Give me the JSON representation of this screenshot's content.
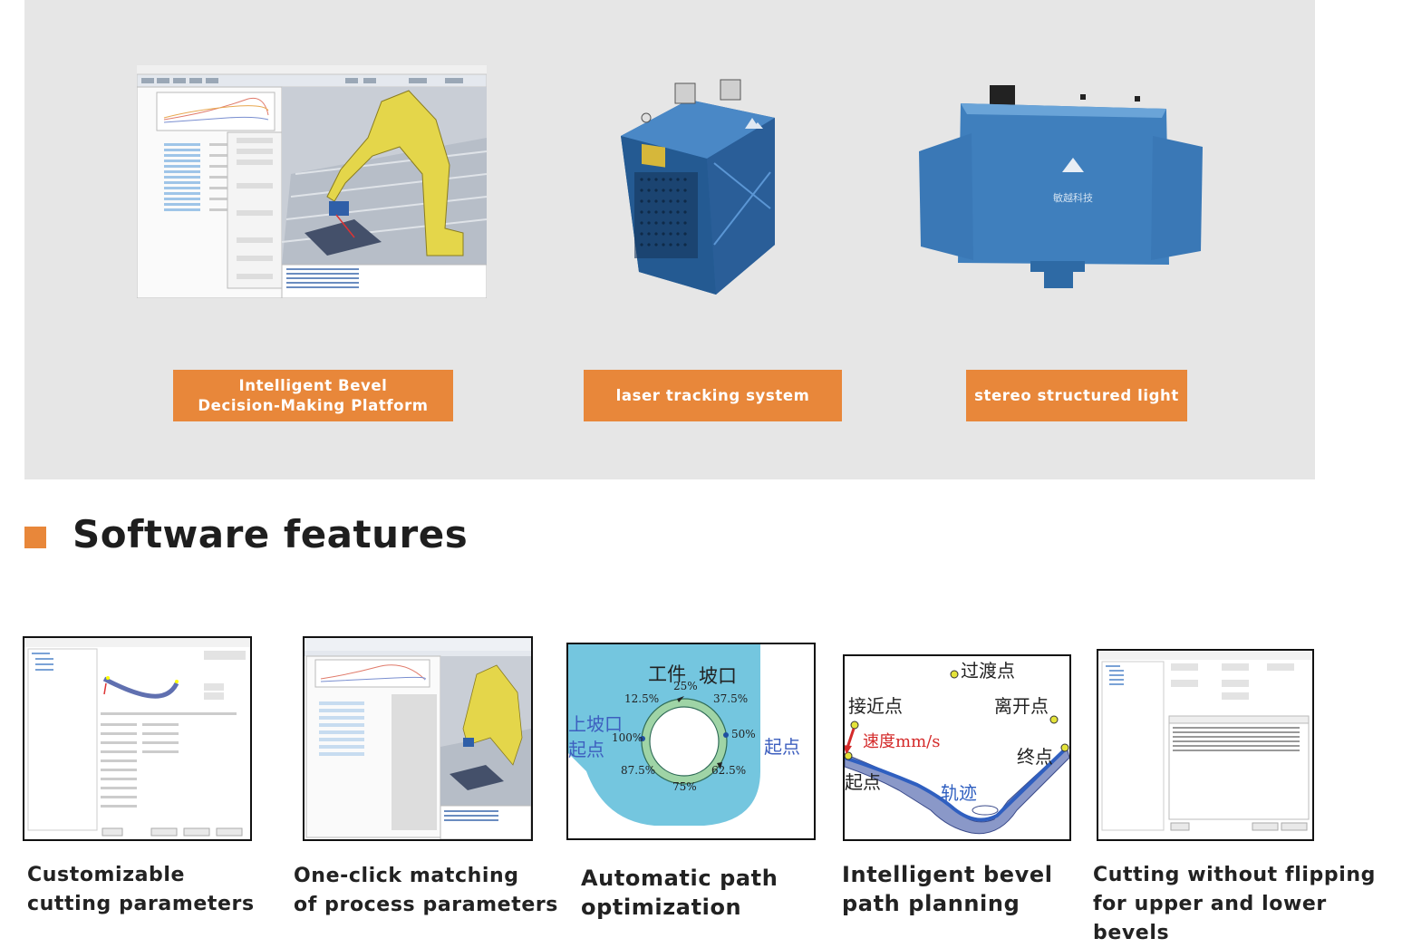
{
  "products": [
    {
      "label_line1": "Intelligent Bevel",
      "label_line2": "Decision-Making Platform"
    },
    {
      "label": "laser tracking system"
    },
    {
      "label": "stereo structured light"
    }
  ],
  "section": {
    "title": "Software features"
  },
  "features": [
    {
      "line1": "Customizable",
      "line2": "cutting parameters"
    },
    {
      "line1": "One-click matching",
      "line2": "of process parameters"
    },
    {
      "line1": "Automatic path",
      "line2": "optimization"
    },
    {
      "line1": "Intelligent bevel",
      "line2": "path planning"
    },
    {
      "line1": "Cutting without flipping",
      "line2": "for upper and lower bevels"
    }
  ],
  "diagram_opt": {
    "workpiece": "工件",
    "bevel": "坡口",
    "upper_bevel": "上坡口",
    "start_left": "起点",
    "start_right": "起点",
    "p125": "12.5%",
    "p25": "25%",
    "p375": "37.5%",
    "p50": "50%",
    "p625": "62.5%",
    "p75": "75%",
    "p875": "87.5%",
    "p100": "100%"
  },
  "diagram_plan": {
    "transition": "过渡点",
    "approach": "接近点",
    "leave": "离开点",
    "speed": "速度mm/s",
    "start": "起点",
    "end": "终点",
    "track": "轨迹"
  },
  "brand": {
    "cn": "敏越科技"
  },
  "colors": {
    "accent": "#e8873a",
    "panel": "#e6e6e6",
    "device_blue": "#2f6aa8",
    "diagram_cyan": "#74c6df"
  }
}
